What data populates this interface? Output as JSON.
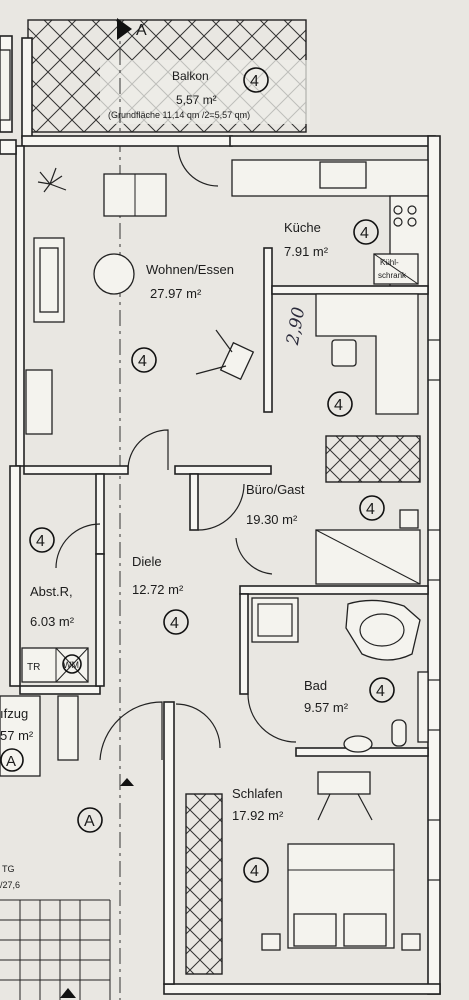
{
  "section_marker": "A",
  "grid_label": "TG",
  "grid_value": "/27,6",
  "handwritten_dimension": "2,90",
  "appliance_labels": {
    "tr": "TR",
    "wm": "WM"
  },
  "fridge_label_line1": "Kühl-",
  "fridge_label_line2": "schrank",
  "rooms": {
    "balkon": {
      "name": "Balkon",
      "area": "5,57 m²",
      "note": "(Grundfläche 11,14 qm /2=5,57 qm)",
      "tag": "4"
    },
    "kueche": {
      "name": "Küche",
      "area": "7.91 m²",
      "tag": "4"
    },
    "wohnen": {
      "name": "Wohnen/Essen",
      "area": "27.97 m²",
      "tag": "4"
    },
    "buero": {
      "name": "Büro/Gast",
      "area": "19.30 m²",
      "tag": "4"
    },
    "diele": {
      "name": "Diele",
      "area": "12.72 m²",
      "tag": "4"
    },
    "abst": {
      "name": "Abst.R,",
      "area": "6.03 m²",
      "tag": "4"
    },
    "bad": {
      "name": "Bad",
      "area": "9.57 m²",
      "tag": "4"
    },
    "schlafen": {
      "name": "Schlafen",
      "area": "17.92 m²",
      "tag": "4"
    },
    "aufzug": {
      "name": "ıfzug",
      "area": "57 m²",
      "tag": "A"
    }
  },
  "extra_tags": {
    "left_top": "4",
    "mid_right": "4",
    "stair_tag": "A"
  }
}
